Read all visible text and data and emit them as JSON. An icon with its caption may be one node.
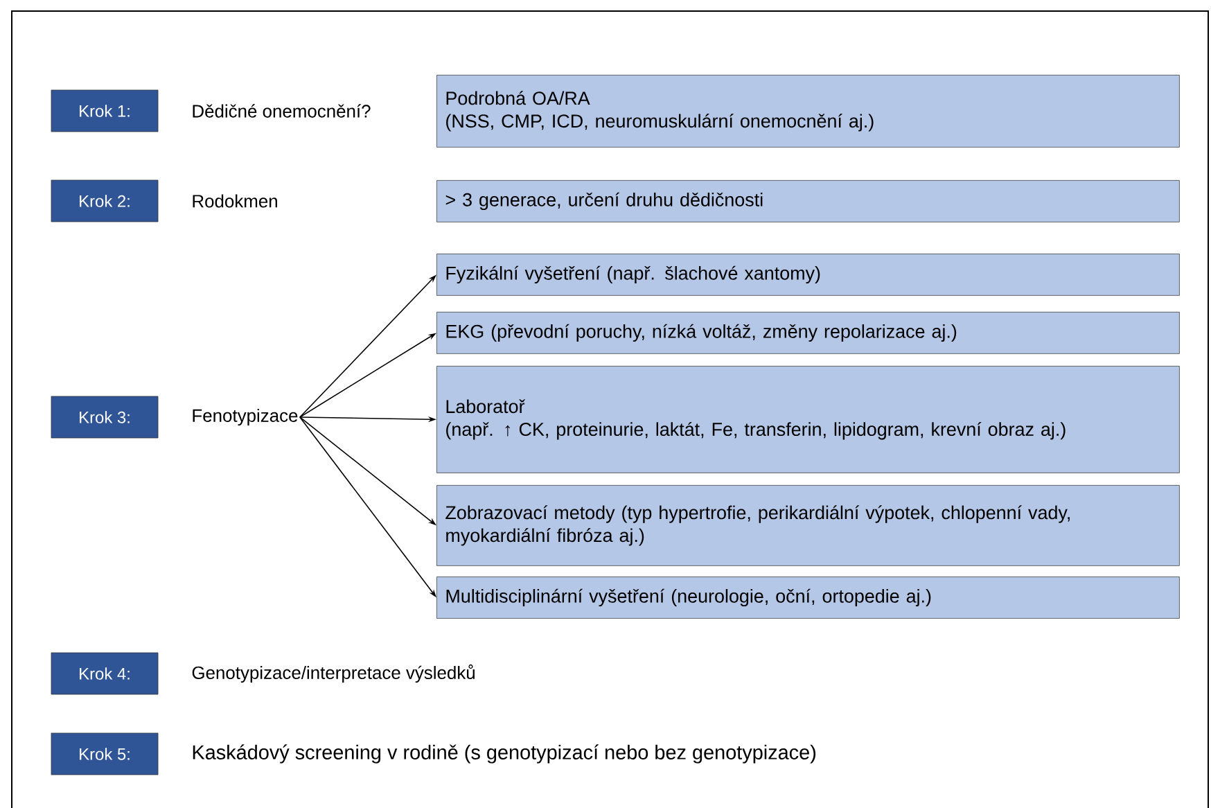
{
  "diagram": {
    "nodes": [
      {
        "text": [
          "Krok 1:"
        ]
      },
      {
        "text": [
          "Podrobná OA/RA",
          "(NSS, CMP, ICD, neuromuskulární onemocnění aj.)"
        ]
      },
      {
        "text": [
          "Krok 2:"
        ]
      },
      {
        "text": [
          "> 3 generace, určení druhu dědičnosti"
        ]
      },
      {
        "text": [
          "Krok 3:"
        ]
      },
      {
        "text": [
          "Fenotypizace"
        ]
      },
      {
        "text": [
          "Fyzikální vyšetření (např. šlachové xantomy)"
        ]
      },
      {
        "text": [
          "EKG (převodní poruchy, nízká voltáž, změny repolarizace aj.)"
        ]
      },
      {
        "text": [
          "Laboratoř",
          "(např. ↑ CK, proteinurie, laktát, Fe, transferin, lipidogram, krevní obraz aj.)"
        ]
      },
      {
        "text": [
          "Zobrazovací metody (typ hypertrofie, perikardiální výpotek, chlopenní vady, myokardiální fibróza aj.)"
        ]
      },
      {
        "text": [
          "Multidisciplinární vyšetření (neurologie, oční, ortopedie aj.)"
        ]
      },
      {
        "text": [
          "Krok 4:"
        ]
      },
      {
        "text": [
          "Krok 5:"
        ]
      }
    ],
    "edges": [
      {
        "from": 5,
        "to": 6,
        "arrow": "to"
      },
      {
        "from": 5,
        "to": 7,
        "arrow": "to"
      },
      {
        "from": 5,
        "to": 8,
        "arrow": "to"
      },
      {
        "from": 5,
        "to": 9,
        "arrow": "to"
      },
      {
        "from": 5,
        "to": 10,
        "arrow": "to"
      }
    ],
    "labels": [
      "Dědičné onemocnění?",
      "Rodokmen",
      "Genotypizace/interpretace výsledků",
      "Kaskádový screening v rodině (s genotypizací nebo bez genotypizace)"
    ]
  }
}
